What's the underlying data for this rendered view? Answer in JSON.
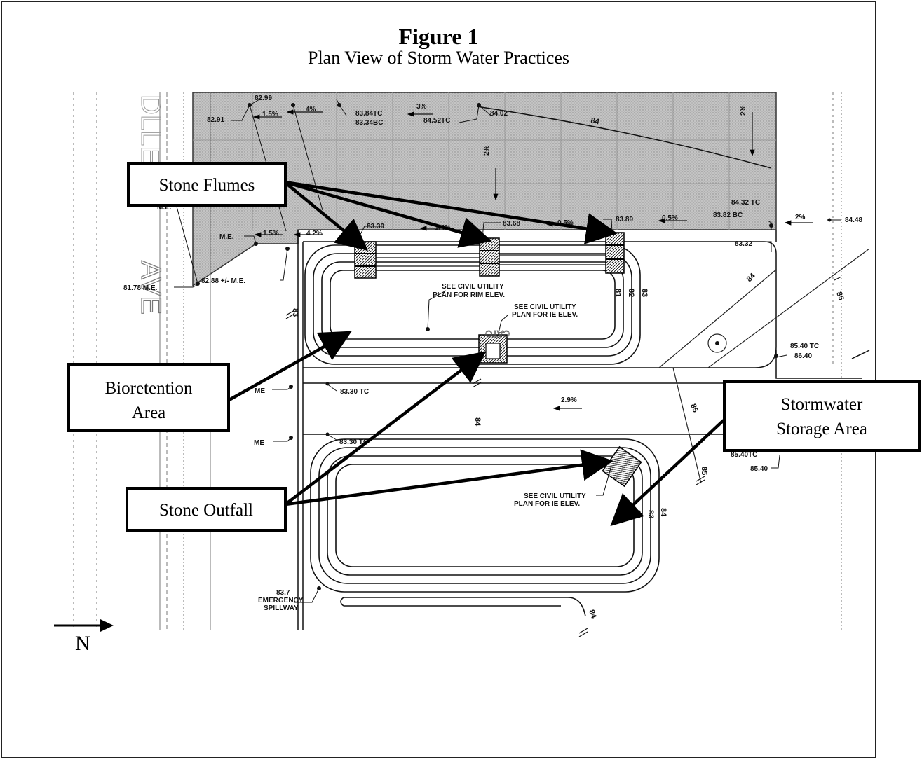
{
  "figure": {
    "title": "Figure 1",
    "subtitle": "Plan View of Storm Water Practices"
  },
  "callouts": {
    "stone_flumes": "Stone Flumes",
    "bioretention_1": "Bioretention",
    "bioretention_2": "Area",
    "stormwater_1": "Stormwater",
    "stormwater_2": "Storage Area",
    "stone_outfall": "Stone Outfall"
  },
  "north_label": "N",
  "street_letters": [
    "AVE",
    "DLLE"
  ],
  "plan_labels": {
    "e8299": "82.99",
    "e8291": "82.91",
    "s15a": "1.5%",
    "s4": "4%",
    "e8384tc": "83.84TC",
    "e8334bc": "83.34BC",
    "s3": "3%",
    "e8452tc": "84.52TC",
    "e8402": "84.02",
    "c84a": "84",
    "s2a": "2%",
    "s2b": "2%",
    "me1": "M.E.",
    "me2": "M.E.",
    "s15b": "1.5%",
    "s42": "4.2%",
    "e8330": "83.30",
    "s14": "1.4%",
    "e8368": "83.68",
    "s05a": "0.5%",
    "e8389": "83.89",
    "s05b": "0.5%",
    "e8432tc": "84.32 TC",
    "e8382bc": "83.82 BC",
    "s2c": "2%",
    "e8448": "84.48",
    "e8332": "83.32",
    "e8178": "81.78 M.E.",
    "e8288": "82.88 +/- M.E.",
    "rim1": "SEE CIVIL UTILITY",
    "rim2": "PLAN FOR RIM ELEV.",
    "ie1": "SEE CIVIL UTILITY",
    "ie2": "PLAN FOR IE ELEV.",
    "c83": "83",
    "c82": "82",
    "c81": "81",
    "c84b": "84",
    "cato": "CATO",
    "e8540tc": "85.40 TC",
    "e8640": "86.40",
    "me3": "ME",
    "e8330tc": "83.30 TC",
    "s29": "2.9%",
    "me4": "ME",
    "e833tc": "83.30 TC",
    "c85a": "85",
    "c85b": "85",
    "e8540tc2": "85.40TC",
    "e8540": "85.40",
    "ie3": "SEE CIVIL UTILITY",
    "ie4": "PLAN FOR IE ELEV.",
    "c84c": "84",
    "c83b": "83",
    "c82b": "82",
    "c84d": "84",
    "e837": "83.7",
    "emerg1": "EMERGENCY",
    "emerg2": "SPILLWAY",
    "c84e": "84",
    "c85c": "85"
  },
  "colors": {
    "paved_area": "#bdbdbd",
    "line": "#111111"
  }
}
